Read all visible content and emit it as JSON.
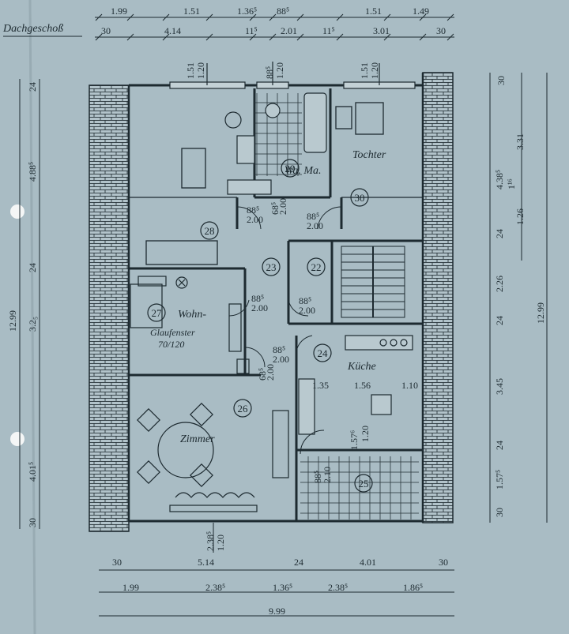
{
  "title": "Dachgeschoß",
  "colors": {
    "paper": "#a9bcc4",
    "ink": "#1d2a30",
    "brick": "#2a363c"
  },
  "rooms": [
    {
      "id": "28",
      "label": ""
    },
    {
      "id": "29",
      "label": "Wa. Ma."
    },
    {
      "id": "30",
      "label": "Tochter"
    },
    {
      "id": "23",
      "label": ""
    },
    {
      "id": "22",
      "label": ""
    },
    {
      "id": "27",
      "label": "Wohn-"
    },
    {
      "id": "24",
      "label": "Küche"
    },
    {
      "id": "26",
      "label": "Zimmer"
    },
    {
      "id": "25",
      "label": ""
    }
  ],
  "window_note": {
    "line1": "Glaufenster",
    "line2": "70/120"
  },
  "dims_top_row1": [
    "1.99",
    "1.51",
    "1.36⁵",
    "88⁵",
    "1.51",
    "1.49"
  ],
  "dims_top_row2": [
    "30",
    "4.14",
    "11⁵",
    "2.01",
    "11⁵",
    "3.01",
    "30"
  ],
  "dims_top_windows": [
    "1.51",
    "1.20",
    "88⁵",
    "1.20",
    "1.51",
    "1.20"
  ],
  "dims_bottom_row1": [
    "30",
    "5.14",
    "24",
    "4.01",
    "30"
  ],
  "dims_bottom_row2": [
    "1.99",
    "2.38⁵",
    "1.36⁵",
    "2.38⁵",
    "1.86⁵"
  ],
  "dims_bottom_total": "9.99",
  "dims_bottom_window": [
    "2.38⁵",
    "1.20"
  ],
  "dims_left": [
    "24",
    "4.88⁵",
    "24",
    "3.2₅",
    "12.99",
    "4.01⁵",
    "30"
  ],
  "dims_right_inner": [
    "30",
    "3.31",
    "4.38⁵",
    "1.26",
    "1¹⁶",
    "24",
    "2.26",
    "24",
    "3.45",
    "24",
    "1.57⁵",
    "30"
  ],
  "dims_right_total": "12.99",
  "dims_doors": [
    "88⁵",
    "2.00",
    "68⁵",
    "2.00",
    "88⁵",
    "2.00",
    "88⁵",
    "2.00",
    "88⁵",
    "2.00",
    "88⁵",
    "2.00",
    "68⁵",
    "2.00"
  ],
  "dims_kitchen": [
    "1.35",
    "1.56",
    "1.10",
    "1.57⁶",
    "1.20",
    "88⁵",
    "2.10"
  ]
}
